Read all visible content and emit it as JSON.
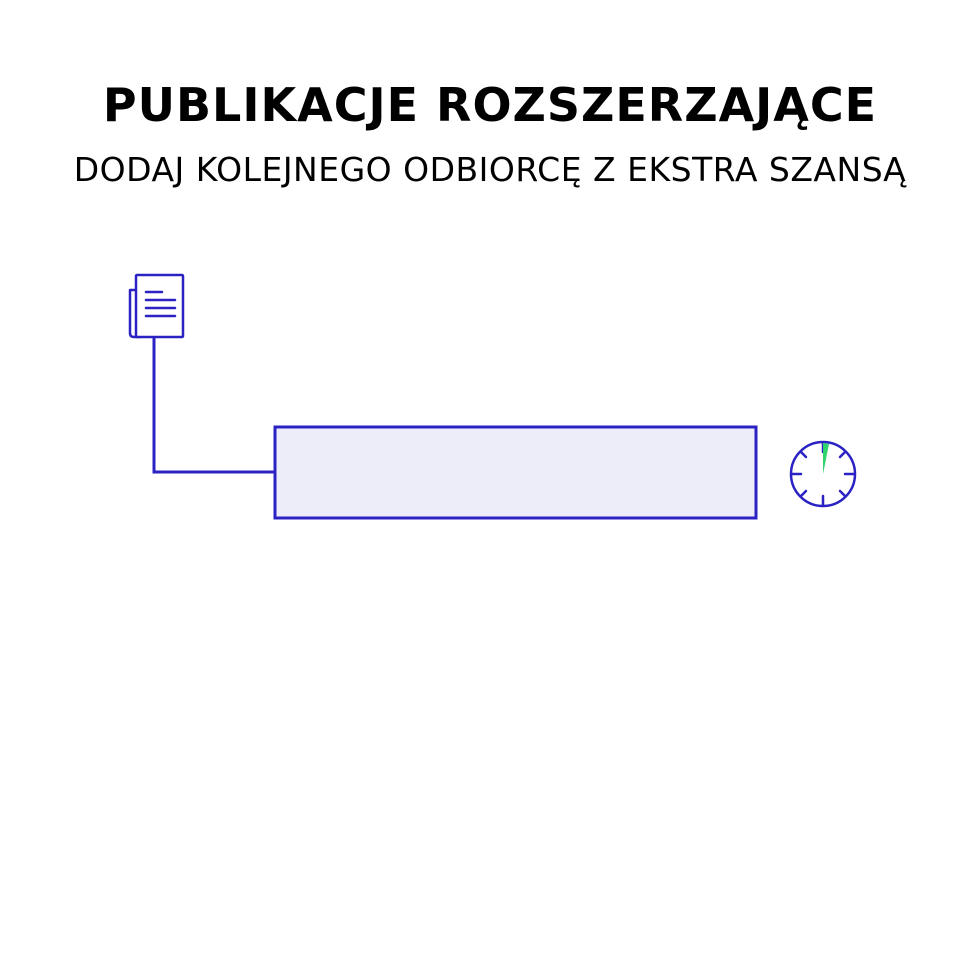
{
  "header": {
    "title": "PUBLIKACJE ROZSZERZAJĄCE",
    "subtitle": "DODAJ KOLEJNEGO ODBIORCĘ Z EKSTRA SZANSĄ"
  },
  "diagram": {
    "source_icon": "newspaper-icon",
    "target_box_label": "",
    "timer_icon": "stopwatch-icon",
    "timer_progress": 0.03
  },
  "colors": {
    "stroke": "#2b22c4",
    "box_fill": "#ededfa",
    "timer_accent": "#2fd46e",
    "text": "#000000",
    "background": "#ffffff"
  }
}
